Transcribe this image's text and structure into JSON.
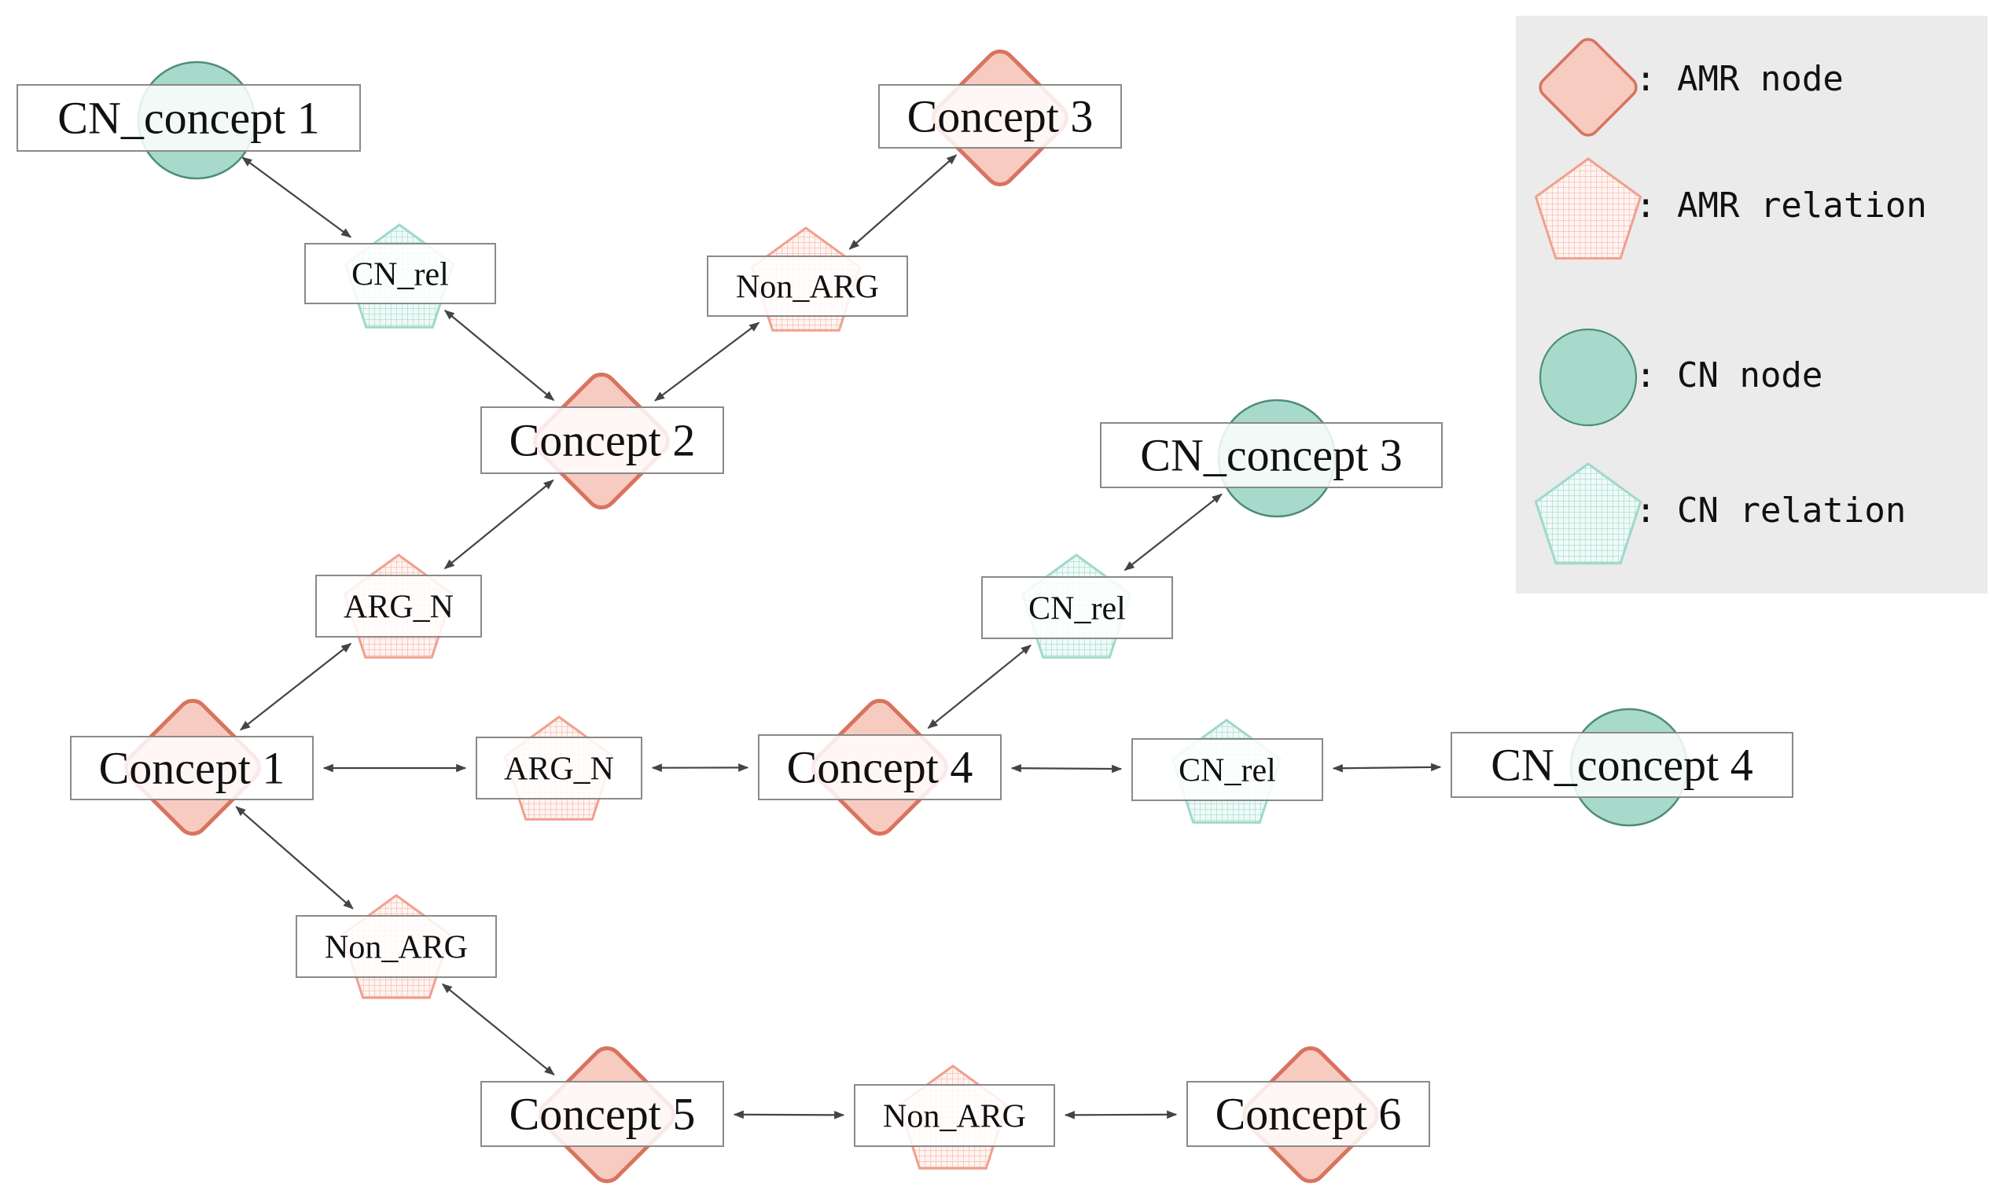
{
  "colors": {
    "amr_fill": "#f8cbc1",
    "amr_stroke": "#d9735f",
    "amr_rel_stroke": "#f0a08d",
    "cn_fill": "#a8dacb",
    "cn_stroke": "#4f8c7a",
    "cn_rel_stroke": "#9fd9cb",
    "legend_bg": "#ebebeb"
  },
  "nodes": [
    {
      "id": "cn1",
      "kind": "cn_node",
      "label": "CN_concept 1"
    },
    {
      "id": "c3",
      "kind": "amr_node",
      "label": "Concept 3"
    },
    {
      "id": "rel_cn_a",
      "kind": "cn_rel",
      "label": "CN_rel"
    },
    {
      "id": "rel_nonarg_a",
      "kind": "amr_rel",
      "label": "Non_ARG"
    },
    {
      "id": "c2",
      "kind": "amr_node",
      "label": "Concept 2"
    },
    {
      "id": "cn3",
      "kind": "cn_node",
      "label": "CN_concept 3"
    },
    {
      "id": "rel_argn_a",
      "kind": "amr_rel",
      "label": "ARG_N"
    },
    {
      "id": "rel_cn_b",
      "kind": "cn_rel",
      "label": "CN_rel"
    },
    {
      "id": "c1",
      "kind": "amr_node",
      "label": "Concept 1"
    },
    {
      "id": "rel_argn_b",
      "kind": "amr_rel",
      "label": "ARG_N"
    },
    {
      "id": "c4",
      "kind": "amr_node",
      "label": "Concept 4"
    },
    {
      "id": "rel_cn_c",
      "kind": "cn_rel",
      "label": "CN_rel"
    },
    {
      "id": "cn4",
      "kind": "cn_node",
      "label": "CN_concept 4"
    },
    {
      "id": "rel_nonarg_b",
      "kind": "amr_rel",
      "label": "Non_ARG"
    },
    {
      "id": "c5",
      "kind": "amr_node",
      "label": "Concept 5"
    },
    {
      "id": "rel_nonarg_c",
      "kind": "amr_rel",
      "label": "Non_ARG"
    },
    {
      "id": "c6",
      "kind": "amr_node",
      "label": "Concept 6"
    }
  ],
  "edges": [
    {
      "from": "cn1",
      "to": "rel_cn_a"
    },
    {
      "from": "rel_cn_a",
      "to": "c2"
    },
    {
      "from": "c3",
      "to": "rel_nonarg_a"
    },
    {
      "from": "rel_nonarg_a",
      "to": "c2"
    },
    {
      "from": "c2",
      "to": "rel_argn_a"
    },
    {
      "from": "rel_argn_a",
      "to": "c1"
    },
    {
      "from": "cn3",
      "to": "rel_cn_b"
    },
    {
      "from": "rel_cn_b",
      "to": "c4"
    },
    {
      "from": "c1",
      "to": "rel_argn_b"
    },
    {
      "from": "rel_argn_b",
      "to": "c4"
    },
    {
      "from": "c4",
      "to": "rel_cn_c"
    },
    {
      "from": "rel_cn_c",
      "to": "cn4"
    },
    {
      "from": "c1",
      "to": "rel_nonarg_b"
    },
    {
      "from": "rel_nonarg_b",
      "to": "c5"
    },
    {
      "from": "c5",
      "to": "rel_nonarg_c"
    },
    {
      "from": "rel_nonarg_c",
      "to": "c6"
    }
  ],
  "legend": [
    {
      "kind": "amr_node",
      "icon": "diamond-icon",
      "label": ": AMR node"
    },
    {
      "kind": "amr_rel",
      "icon": "pentagon-icon",
      "label": ": AMR relation"
    },
    {
      "kind": "cn_node",
      "icon": "circle-icon",
      "label": ": CN node"
    },
    {
      "kind": "cn_rel",
      "icon": "pentagon-icon",
      "label": ": CN relation"
    }
  ]
}
